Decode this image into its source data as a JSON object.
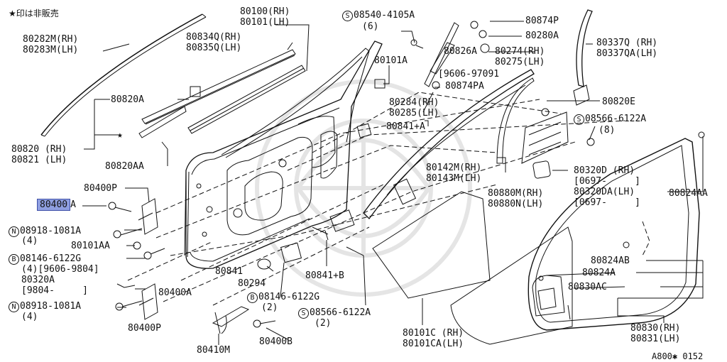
{
  "note": "★印は非販売",
  "footer_code": "A800✱ 0152",
  "watermark_glyph": "❀",
  "highlight_color": "#8f9fe0",
  "labels": {
    "p80282": "80282M(RH)\n80283M(LH)",
    "p80100": "80100(RH)\n80101(LH)",
    "p08540_code": "08540-4105A",
    "p08540_qty": "(6)",
    "p80874p": "80874P",
    "p80280a": "80280A",
    "p80834": "80834Q(RH)\n80835Q(LH)",
    "p80337": "80337Q (RH)\n80337QA(LH)",
    "p80101a": "80101A",
    "p80826a": "80826A",
    "p80274": "80274(RH)\n80275(LH)",
    "p9606": "[9606-97091",
    "p80874pa": "80874PA",
    "p80820a": "80820A",
    "p80284": "80284(RH)\n80285(LH)",
    "p80820e": "80820E",
    "p08566_code": "08566-6122A",
    "p08566_qty": "(8)",
    "p80841a": "80841+A",
    "p80820": "80820 (RH)\n80821 (LH)",
    "star": "★",
    "p80820aa": "80820AA",
    "p80142": "80142M(RH)\n80143M(LH)",
    "p80320": "80320D (RH)\n[0697-     ]\n80320DA(LH)\n[0697-     ]",
    "p80400p_top": "80400P",
    "p80400a_hl": "80400",
    "p80400a_suffix": "A",
    "p80880": "80880M(RH)\n80880N(LH)",
    "p80824aa": "80824AA",
    "p08918_top_code": "08918-1081A",
    "p08918_top_qty": "(4)",
    "p80101aa": "80101AA",
    "p08146_top_code": "08146-6122G",
    "p08146_top_qty": "(4)[9606-9804]",
    "p80320a": "80320A\n[9804-     ]",
    "p80824ab": "80824AB",
    "p80841": "80841",
    "p80841b": "80841+B",
    "p80824a": "80824A",
    "p80294": "80294",
    "p80400a_low": "80400A",
    "p80830ac": "80830AC",
    "p08146_low_code": "08146-6122G",
    "p08146_low_qty": "(2)",
    "p08918_low_code": "08918-1081A",
    "p08918_low_qty": "(4)",
    "p08566_low_code": "08566-6122A",
    "p08566_low_qty": "(2)",
    "p80400p_low": "80400P",
    "p80101c": "80101C (RH)\n80101CA(LH)",
    "p80830": "80830(RH)\n80831(LH)",
    "p80410m": "80410M",
    "p80400b": "80400B",
    "circ_s": "S",
    "circ_n": "N",
    "circ_b": "B"
  }
}
